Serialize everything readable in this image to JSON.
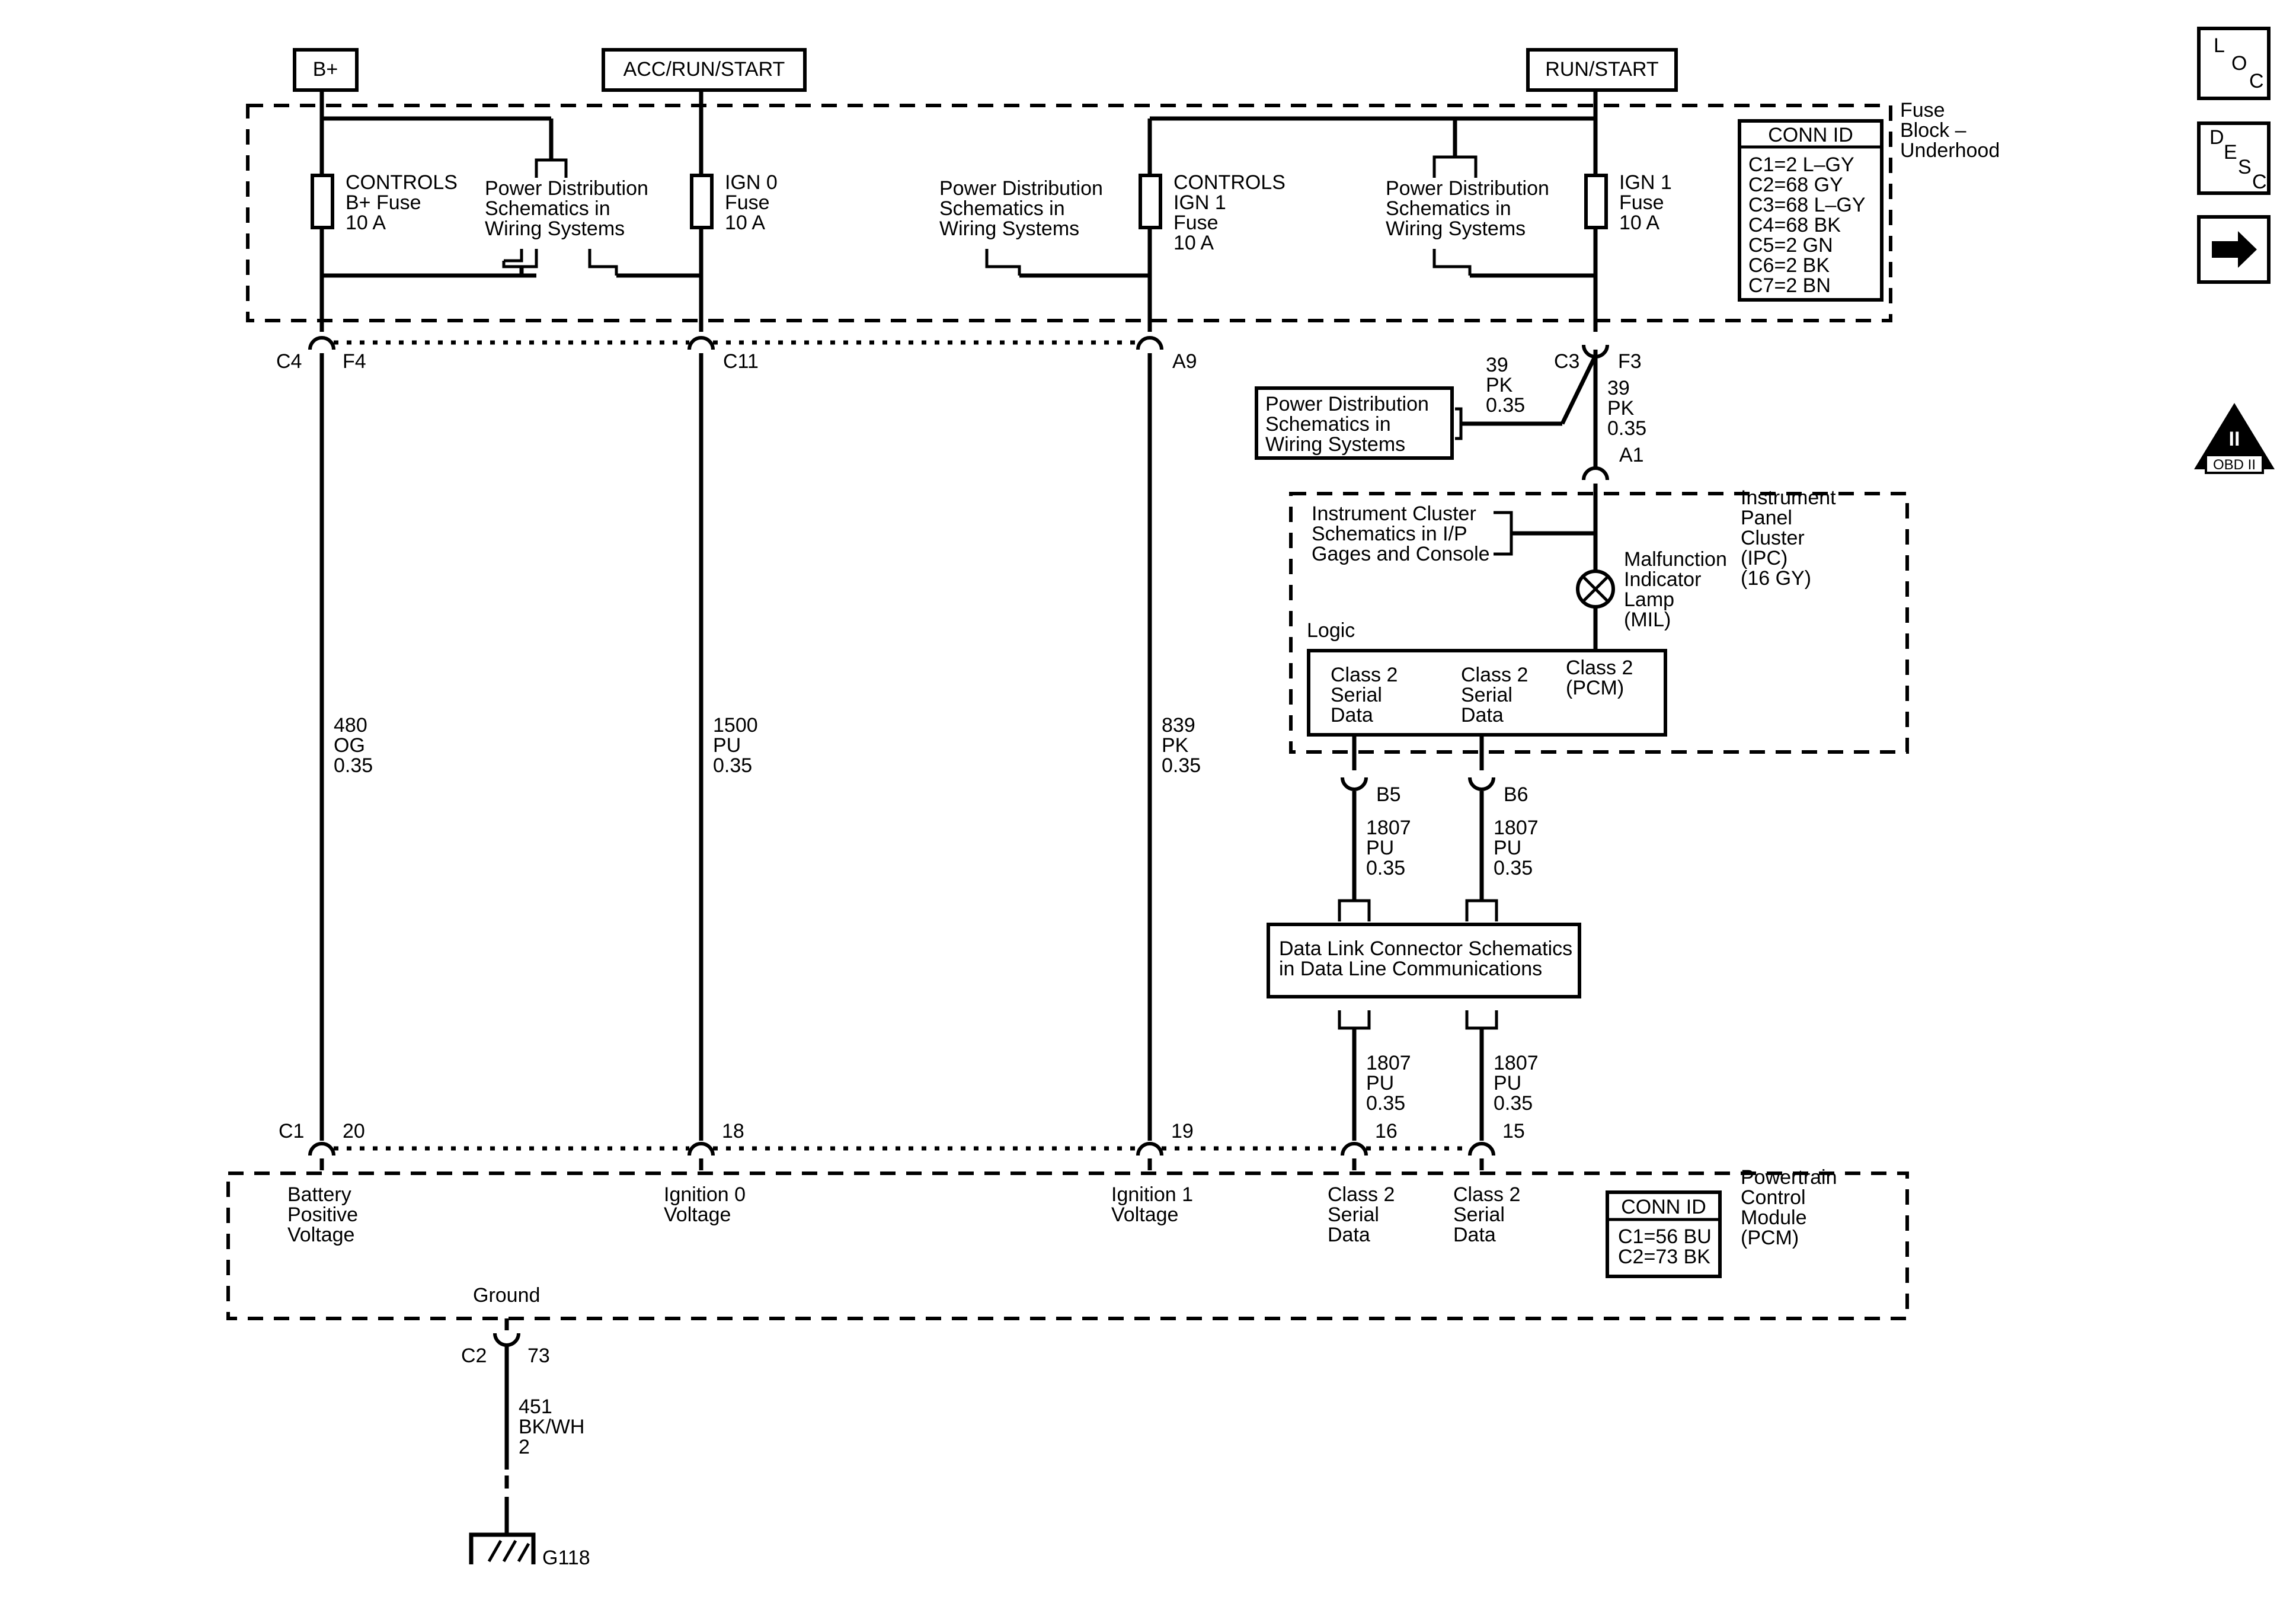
{
  "power_sources": {
    "b_plus": "B+",
    "acc_run_start": "ACC/RUN/START",
    "run_start": "RUN/START"
  },
  "fuse_block": {
    "name_lines": [
      "Fuse",
      "Block –",
      "Underhood"
    ],
    "conn_id": {
      "title": "CONN ID",
      "lines": [
        "C1=2 L–GY",
        "C2=68 GY",
        "C3=68 L–GY",
        "C4=68 BK",
        "C5=2 GN",
        "C6=2 BK",
        "C7=2 BN"
      ]
    },
    "fuses": [
      {
        "lines": [
          "CONTROLS",
          "B+ Fuse",
          "10 A"
        ]
      },
      {
        "lines": [
          "IGN 0",
          "Fuse",
          "10 A"
        ]
      },
      {
        "lines": [
          "CONTROLS",
          "IGN 1",
          "Fuse",
          "10 A"
        ]
      },
      {
        "lines": [
          "IGN 1",
          "Fuse",
          "10 A"
        ]
      }
    ],
    "refs": [
      {
        "lines": [
          "Power Distribution",
          "Schematics in",
          "Wiring Systems"
        ]
      },
      {
        "lines": [
          "Power Distribution",
          "Schematics in",
          "Wiring Systems"
        ]
      },
      {
        "lines": [
          "Power Distribution",
          "Schematics in",
          "Wiring Systems"
        ]
      }
    ]
  },
  "fuse_block_pins": {
    "c4": "C4",
    "f4": "F4",
    "c11": "C11",
    "a9": "A9",
    "c3": "C3",
    "f3": "F3"
  },
  "wires": {
    "w480": [
      "480",
      "OG",
      "0.35"
    ],
    "w1500": [
      "1500",
      "PU",
      "0.35"
    ],
    "w839": [
      "839",
      "PK",
      "0.35"
    ],
    "w39a": [
      "39",
      "PK",
      "0.35"
    ],
    "w39b": [
      "39",
      "PK",
      "0.35"
    ],
    "w1807a": [
      "1807",
      "PU",
      "0.35"
    ],
    "w1807b": [
      "1807",
      "PU",
      "0.35"
    ],
    "w1807c": [
      "1807",
      "PU",
      "0.35"
    ],
    "w1807d": [
      "1807",
      "PU",
      "0.35"
    ],
    "w451": [
      "451",
      "BK/WH",
      "2"
    ]
  },
  "ref_power_dist": [
    "Power Distribution",
    "Schematics in",
    "Wiring Systems"
  ],
  "ipc": {
    "a1": "A1",
    "name_lines": [
      "Instrument",
      "Panel",
      "Cluster",
      "(IPC)",
      "(16 GY)"
    ],
    "ref_lines": [
      "Instrument Cluster",
      "Schematics in I/P",
      "Gages and Console"
    ],
    "mil_lines": [
      "Malfunction",
      "Indicator",
      "Lamp",
      "(MIL)"
    ],
    "logic": "Logic",
    "serial1": [
      "Class 2",
      "Serial",
      "Data"
    ],
    "serial2": [
      "Class 2",
      "Serial",
      "Data"
    ],
    "pcm_label": [
      "Class 2",
      "(PCM)"
    ],
    "b5": "B5",
    "b6": "B6"
  },
  "dlc": {
    "lines": [
      "Data Link Connector Schematics",
      "in Data Line Communications"
    ]
  },
  "pcm": {
    "name_lines": [
      "Powertrain",
      "Control",
      "Module",
      "(PCM)"
    ],
    "conn_id": {
      "title": "CONN ID",
      "lines": [
        "C1=56 BU",
        "C2=73 BK"
      ]
    },
    "pins": {
      "c1": "C1",
      "p20": "20",
      "p18": "18",
      "p19": "19",
      "p16": "16",
      "p15": "15"
    },
    "inputs": [
      {
        "lines": [
          "Battery",
          "Positive",
          "Voltage"
        ]
      },
      {
        "lines": [
          "Ignition 0",
          "Voltage"
        ]
      },
      {
        "lines": [
          "Ignition 1",
          "Voltage"
        ]
      },
      {
        "lines": [
          "Class 2",
          "Serial",
          "Data"
        ]
      },
      {
        "lines": [
          "Class 2",
          "Serial",
          "Data"
        ]
      }
    ],
    "ground_label": "Ground",
    "c2": "C2",
    "p73": "73"
  },
  "ground": {
    "id": "G118"
  },
  "nav": {
    "loc": [
      "L",
      "O",
      "C"
    ],
    "desc": [
      "D",
      "E",
      "S",
      "C"
    ],
    "obd_numeral": "II",
    "obd_label": "OBD II"
  }
}
